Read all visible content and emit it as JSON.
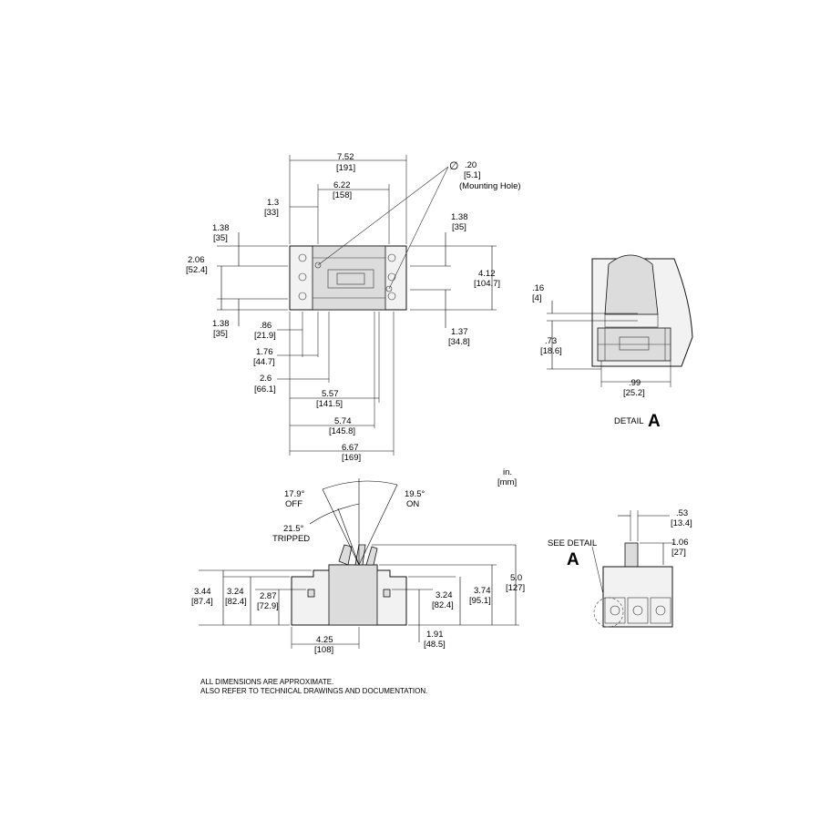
{
  "units": {
    "inch": "in.",
    "mm": "[mm]"
  },
  "top_view": {
    "overall_width": {
      "in": "7.52",
      "mm": "[191]"
    },
    "hole_spacing": {
      "in": "6.22",
      "mm": "[158]"
    },
    "left_hole_offset": {
      "in": "1.3",
      "mm": "[33]"
    },
    "mounting_hole": {
      "symbol": "∅",
      "in": ".20",
      "mm": "[5.1]",
      "note": "(Mounting Hole)"
    },
    "top_offset_left": {
      "in": "1.38",
      "mm": "[35]"
    },
    "top_offset_right": {
      "in": "1.38",
      "mm": "[35]"
    },
    "hole_span": {
      "in": "2.06",
      "mm": "[52.4]"
    },
    "height": {
      "in": "4.12",
      "mm": "[104.7]"
    },
    "bottom_offset_left": {
      "in": "1.38",
      "mm": "[35]"
    },
    "bottom_offset_right": {
      "in": "1.37",
      "mm": "[34.8]"
    },
    "d_086": {
      "in": ".86",
      "mm": "[21.9]"
    },
    "d_176": {
      "in": "1.76",
      "mm": "[44.7]"
    },
    "d_26": {
      "in": "2.6",
      "mm": "[66.1]"
    },
    "d_557": {
      "in": "5.57",
      "mm": "[141.5]"
    },
    "d_574": {
      "in": "5.74",
      "mm": "[145.8]"
    },
    "d_667": {
      "in": "6.67",
      "mm": "[169]"
    }
  },
  "detail_a": {
    "d_16": {
      "in": ".16",
      "mm": "[4]"
    },
    "d_73": {
      "in": ".73",
      "mm": "[18.6]"
    },
    "d_99": {
      "in": ".99",
      "mm": "[25.2]"
    },
    "label_word": "DETAIL",
    "label_letter": "A"
  },
  "side_view": {
    "off": {
      "angle": "17.9°",
      "label": "OFF"
    },
    "on": {
      "angle": "19.5°",
      "label": "ON"
    },
    "tripped": {
      "angle": "21.5°",
      "label": "TRIPPED"
    },
    "h_344": {
      "in": "3.44",
      "mm": "[87.4]"
    },
    "h_324_left": {
      "in": "3.24",
      "mm": "[82.4]"
    },
    "h_287": {
      "in": "2.87",
      "mm": "[72.9]"
    },
    "h_324_right": {
      "in": "3.24",
      "mm": "[82.4]"
    },
    "h_374": {
      "in": "3.74",
      "mm": "[95.1]"
    },
    "h_50": {
      "in": "5.0",
      "mm": "[127]"
    },
    "w_425": {
      "in": "4.25",
      "mm": "[108]"
    },
    "h_191": {
      "in": "1.91",
      "mm": "[48.5]"
    }
  },
  "end_view": {
    "d_53": {
      "in": ".53",
      "mm": "[13.4]"
    },
    "d_106": {
      "in": "1.06",
      "mm": "[27]"
    },
    "see_detail": "SEE DETAIL",
    "see_letter": "A"
  },
  "notes": [
    "ALL DIMENSIONS ARE APPROXIMATE.",
    "ALSO REFER TO TECHNICAL DRAWINGS AND DOCUMENTATION."
  ]
}
